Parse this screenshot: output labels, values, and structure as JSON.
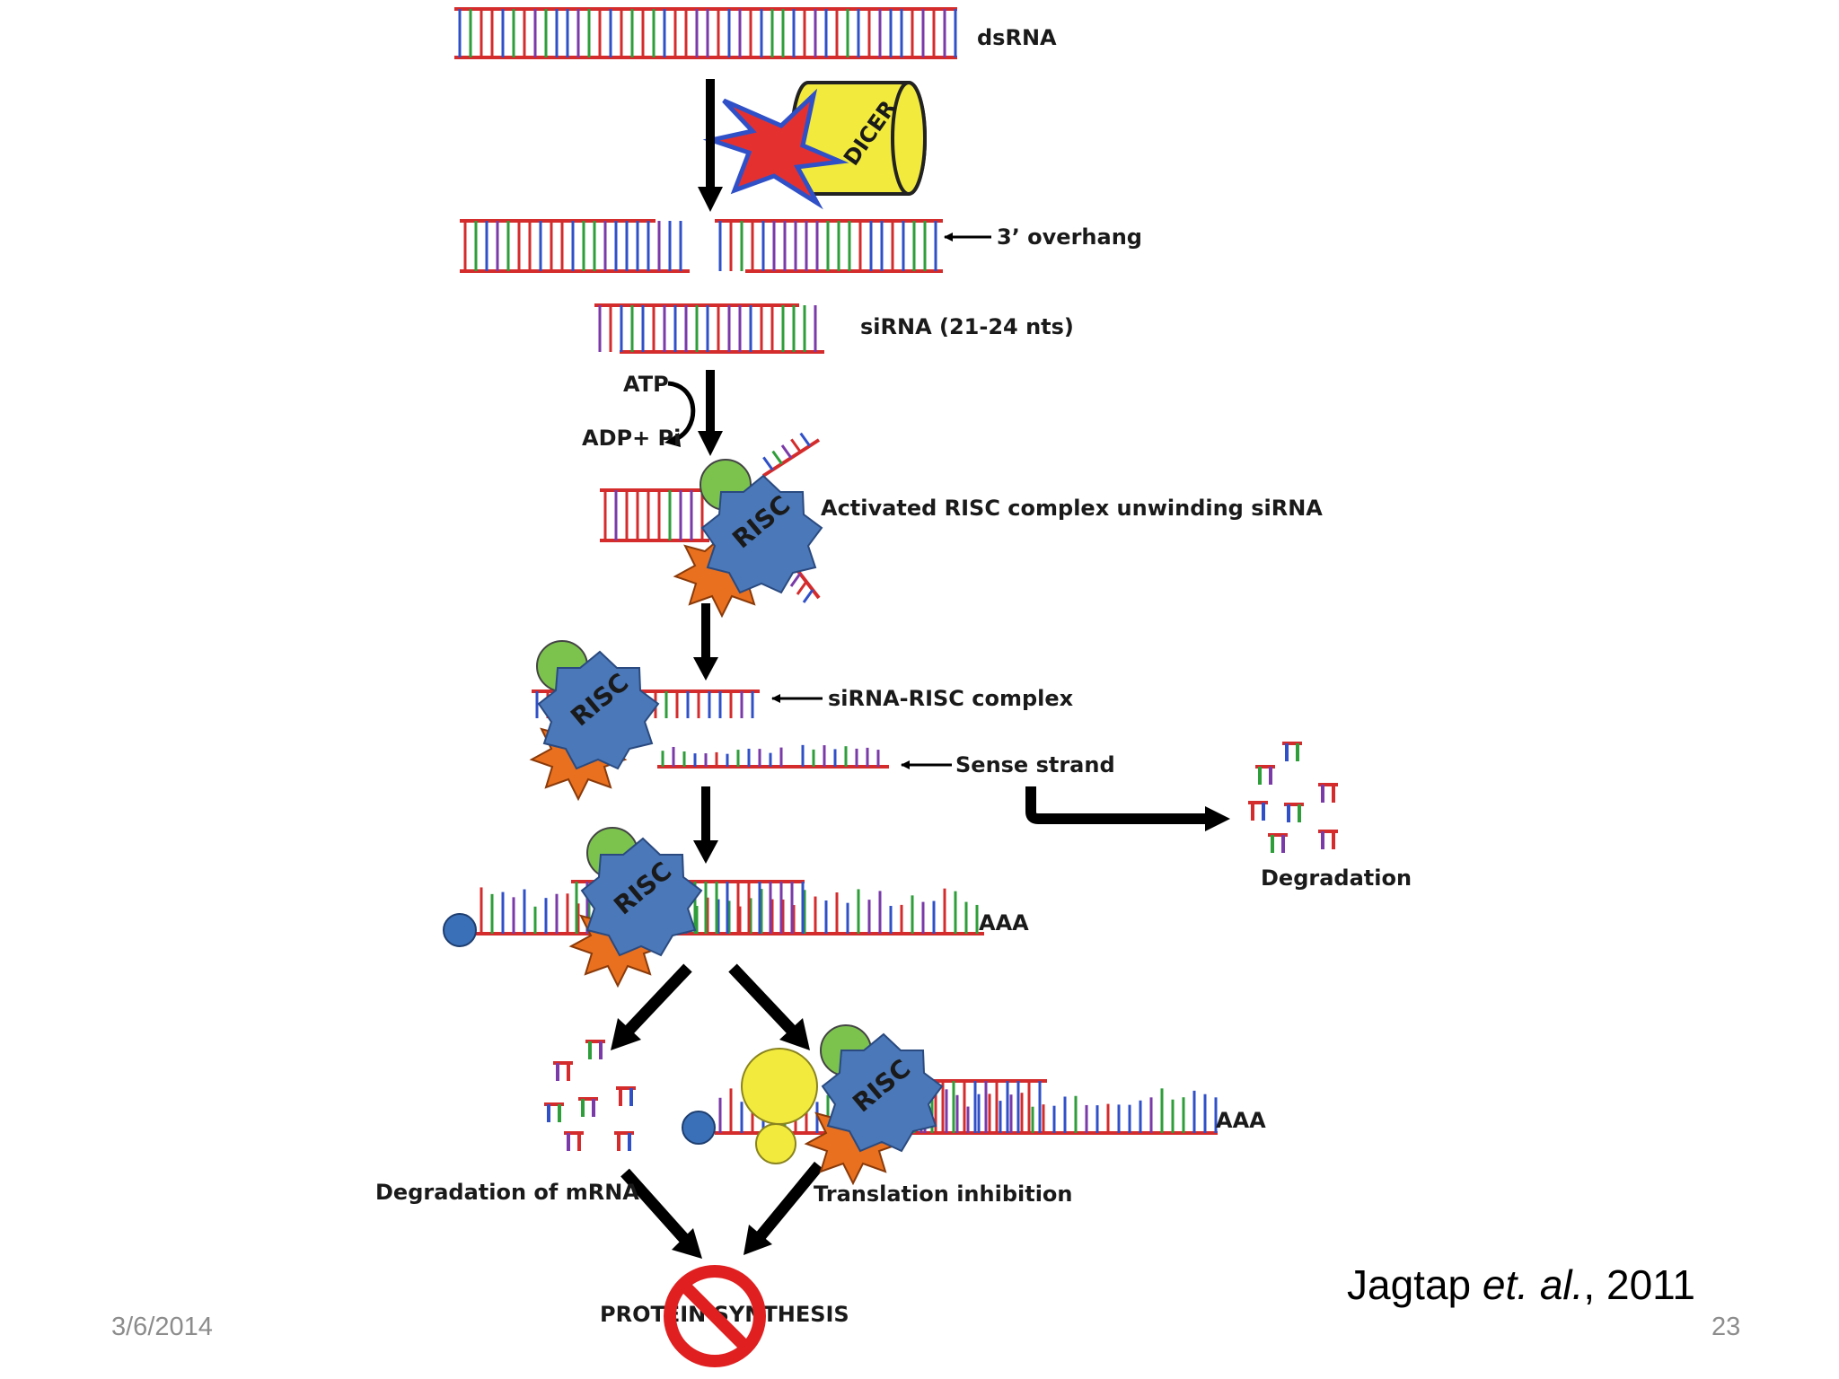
{
  "labels": {
    "dsrna": "dsRNA",
    "dicer": "DICER",
    "overhang": "3’ overhang",
    "sirna": "siRNA (21-24 nts)",
    "atp": "ATP",
    "adp": "ADP+ Pi",
    "activated_risc": "Activated RISC complex unwinding siRNA",
    "risc": "RISC",
    "sirna_risc": "siRNA-RISC complex",
    "sense_strand": "Sense strand",
    "degradation": "Degradation",
    "aaa": "AAA",
    "degradation_mrna": "Degradation of mRNA",
    "translation_inhibition": "Translation inhibition",
    "protein_synthesis": "PROTEIN SYNTHESIS"
  },
  "citation": {
    "author": "Jagtap",
    "etal": "et. al.",
    "year": ", 2011"
  },
  "footer": {
    "date": "3/6/2014",
    "page": "23"
  },
  "colors": {
    "backbone": "#d42c2c",
    "base_palette": [
      "#d42c2c",
      "#3050c8",
      "#2e9e3a",
      "#7a3aa8"
    ],
    "risc_protein": "#4a78b8",
    "green_protein": "#7cc34e",
    "orange_protein": "#e8701e",
    "yellow": "#f2ea3c",
    "blue_cap": "#3a70b8",
    "stop_sign": "#e02020"
  }
}
